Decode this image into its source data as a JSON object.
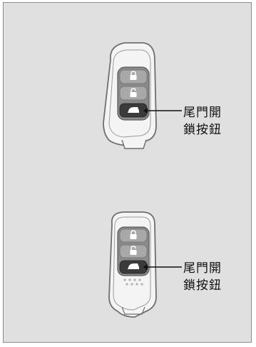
{
  "fob_flip": {
    "callout_line1": "尾門開",
    "callout_line2": "鎖按鈕"
  },
  "fob_smart": {
    "callout_line1": "尾門開",
    "callout_line2": "鎖按鈕"
  },
  "colors": {
    "panel_background": "#e0e0e0",
    "panel_border": "#8c8c8c",
    "fob_body": "#f4f4f4",
    "fob_outline": "#6f6f6f",
    "button_pad": "#8a8a8a",
    "highlighted_button": "#3a3a3a"
  },
  "icons": [
    "lock-icon",
    "unlock-icon",
    "tailgate-icon"
  ]
}
